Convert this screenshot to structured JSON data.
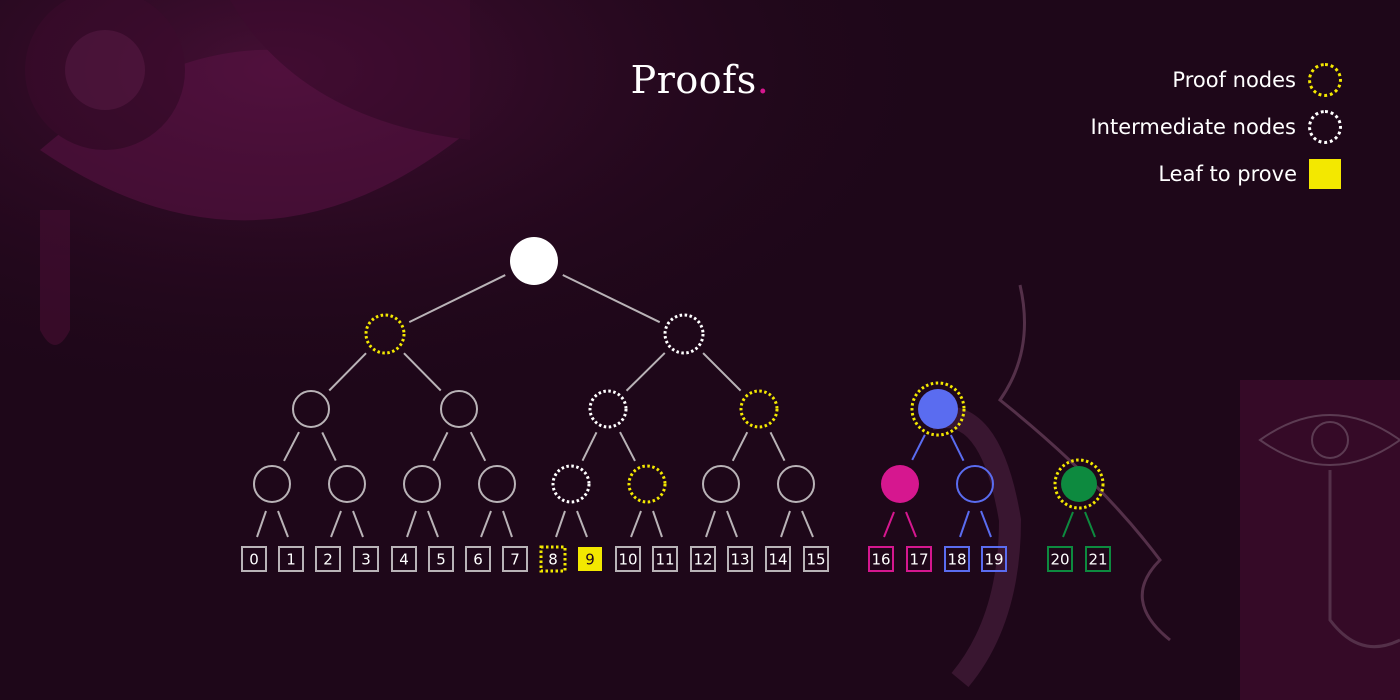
{
  "title": "Proofs",
  "title_dot": ".",
  "legend": {
    "proof": "Proof nodes",
    "intermediate": "Intermediate nodes",
    "leaf": "Leaf to prove"
  },
  "colors": {
    "background": "#1e0719",
    "edge_gray": "#b9b3b7",
    "proof_yellow": "#f3e800",
    "root_white": "#ffffff",
    "pink": "#d6178f",
    "blue": "#5a6cf0",
    "green": "#0d8a3f",
    "accent_dot": "#d6178f"
  },
  "leaves": [
    {
      "label": "0",
      "color": "gray",
      "style": "solid"
    },
    {
      "label": "1",
      "color": "gray",
      "style": "solid"
    },
    {
      "label": "2",
      "color": "gray",
      "style": "solid"
    },
    {
      "label": "3",
      "color": "gray",
      "style": "solid"
    },
    {
      "label": "4",
      "color": "gray",
      "style": "solid"
    },
    {
      "label": "5",
      "color": "gray",
      "style": "solid"
    },
    {
      "label": "6",
      "color": "gray",
      "style": "solid"
    },
    {
      "label": "7",
      "color": "gray",
      "style": "solid"
    },
    {
      "label": "8",
      "color": "yellow",
      "style": "dotted"
    },
    {
      "label": "9",
      "color": "yellow",
      "style": "filled"
    },
    {
      "label": "10",
      "color": "gray",
      "style": "solid"
    },
    {
      "label": "11",
      "color": "gray",
      "style": "solid"
    },
    {
      "label": "12",
      "color": "gray",
      "style": "solid"
    },
    {
      "label": "13",
      "color": "gray",
      "style": "solid"
    },
    {
      "label": "14",
      "color": "gray",
      "style": "solid"
    },
    {
      "label": "15",
      "color": "gray",
      "style": "solid"
    },
    {
      "label": "16",
      "color": "pink",
      "style": "solid"
    },
    {
      "label": "17",
      "color": "pink",
      "style": "solid"
    },
    {
      "label": "18",
      "color": "blue",
      "style": "solid"
    },
    {
      "label": "19",
      "color": "blue",
      "style": "solid"
    },
    {
      "label": "20",
      "color": "green",
      "style": "solid"
    },
    {
      "label": "21",
      "color": "green",
      "style": "solid"
    }
  ]
}
